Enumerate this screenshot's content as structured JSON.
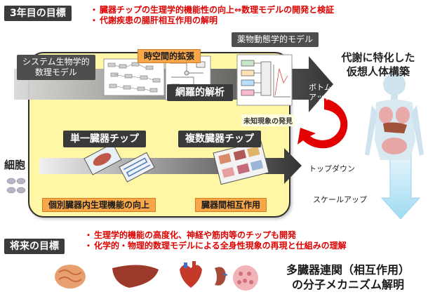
{
  "section_year3": {
    "label": "3年目の目標",
    "bullets": [
      "臓器チップの生理学的機能性の向上⇔数理モデルの開発と検証",
      "代謝疾患の腸肝相互作用の解明"
    ]
  },
  "diagram": {
    "systems_bio_model": "システム生物学的\n数理モデル",
    "pharmacokinetic_model": "薬物動態学的モデル",
    "spatiotemporal_expansion": "時空間的拡張",
    "comprehensive_analysis": "網羅的解析",
    "bottom_up": "ボトム\nアップ",
    "unknown_phenomena": "未知現象の発見",
    "single_organ_chip": "単一臓器チップ",
    "multi_organ_chip": "複数臓器チップ",
    "cell": "細胞",
    "individual_function": "個別臓器内生理機能の向上",
    "inter_organ_interaction": "臓器間相互作用",
    "top_down": "トップダウン",
    "scale_up": "スケールアップ",
    "virtual_body_title": "代謝に特化した\n仮想人体構築"
  },
  "section_future": {
    "label": "将来の目標",
    "bullets": [
      "生理学的機能の高度化、神経や筋肉等のチップも開発",
      "化学的・物理的数理モデルによる全身性現象の再現と仕組みの理解"
    ]
  },
  "conclusion": {
    "line1": "多臓器連関（相互作用）",
    "line2": "の分子メカニズム解明"
  },
  "colors": {
    "red": "#e00000",
    "yellow_panel": "#fff6a6",
    "orange_tag": "#f6a74a",
    "dark_label": "#3b3b3b"
  }
}
